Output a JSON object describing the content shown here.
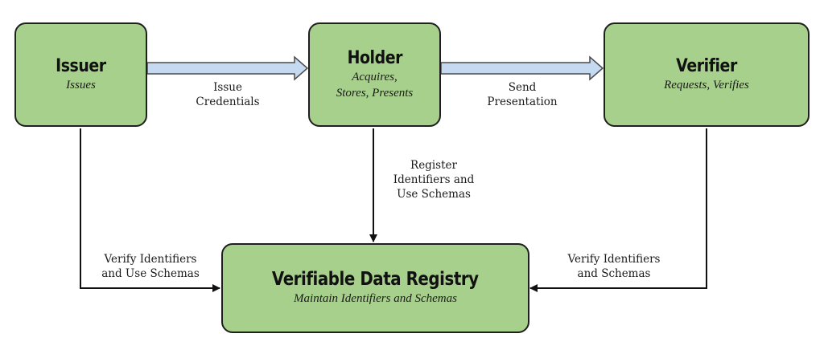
{
  "nodes": {
    "issuer": {
      "title": "Issuer",
      "subtitle_lines": [
        "Issues"
      ]
    },
    "holder": {
      "title": "Holder",
      "subtitle_lines": [
        "Acquires,",
        "Stores, Presents"
      ]
    },
    "verifier": {
      "title": "Verifier",
      "subtitle_lines": [
        "Requests, Verifies"
      ]
    },
    "registry": {
      "title": "Verifiable Data Registry",
      "subtitle_lines": [
        "Maintain Identifiers and Schemas"
      ]
    }
  },
  "edges": {
    "issue_credentials": {
      "label_lines": [
        "Issue",
        "Credentials"
      ]
    },
    "send_presentation": {
      "label_lines": [
        "Send",
        "Presentation"
      ]
    },
    "holder_register": {
      "label_lines": [
        "Register",
        "Identifiers and",
        "Use Schemas"
      ]
    },
    "issuer_verify": {
      "label_lines": [
        "Verify Identifiers",
        "and Use Schemas"
      ]
    },
    "verifier_verify": {
      "label_lines": [
        "Verify Identifiers",
        "and Schemas"
      ]
    }
  },
  "colors": {
    "node_fill": "#a8d08d",
    "node_border": "#1f1f1f",
    "flow_arrow_fill": "#c5d9f1",
    "flow_arrow_stroke": "#4a4a4a",
    "connector": "#111111"
  }
}
